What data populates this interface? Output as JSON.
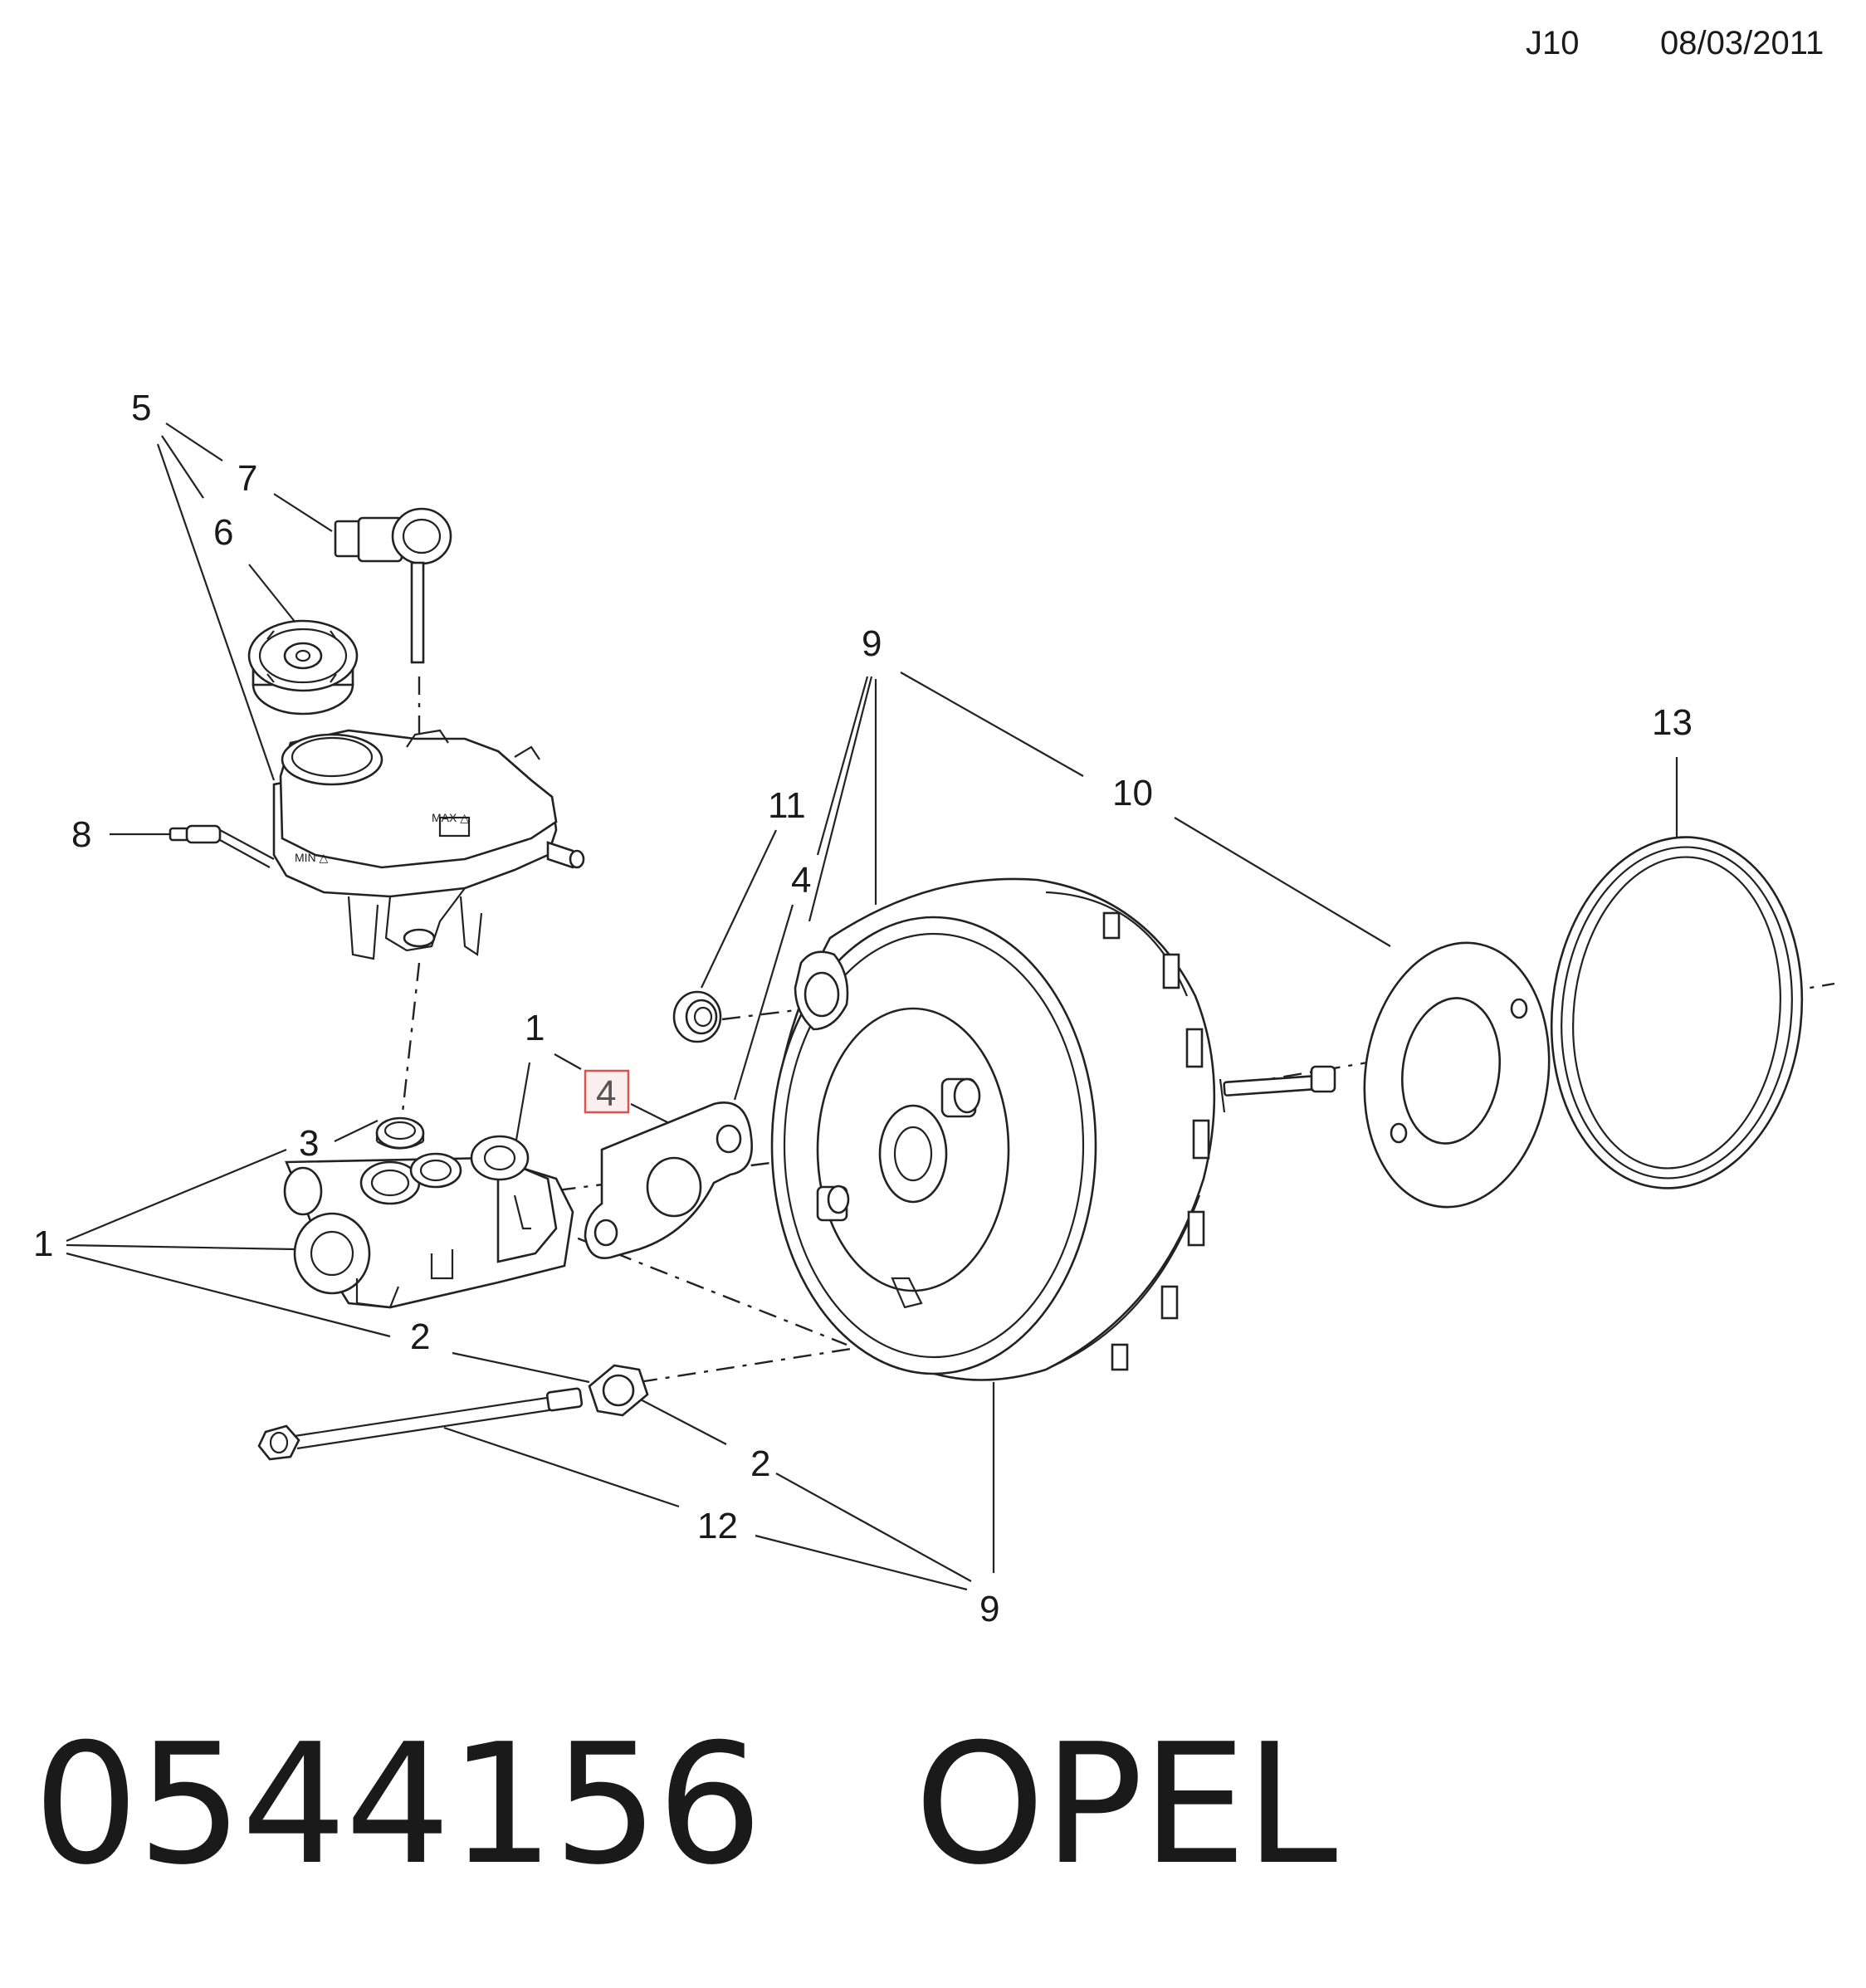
{
  "header": {
    "code": "J10",
    "date": "08/03/2011"
  },
  "footer": {
    "part_number": "0544156",
    "brand": "OPEL"
  },
  "highlight_color": "#d9534f",
  "callouts": {
    "c5": "5",
    "c7": "7",
    "c6": "6",
    "c8": "8",
    "c1_left": "1",
    "c1_top": "1",
    "c3": "3",
    "c2_left": "2",
    "c2_right": "2",
    "c4_high": "4",
    "c4_box": "4",
    "c11": "11",
    "c9_top": "9",
    "c10": "10",
    "c13": "13",
    "c12": "12",
    "c9_bottom": "9"
  }
}
